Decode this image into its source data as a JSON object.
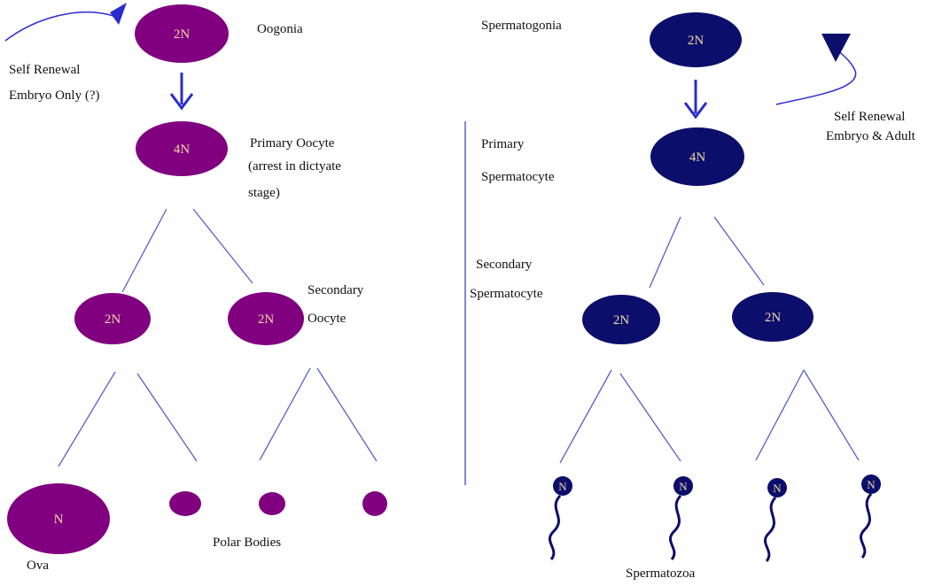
{
  "colors": {
    "female_cell": "#800080",
    "male_cell": "#0c0e6b",
    "line": "#5560c8",
    "arrow": "#2b2bcf",
    "cell_text": "#f2d9a8",
    "label": "#111111"
  },
  "female": {
    "oogonia": {
      "ploidy": "2N",
      "label": "Oogonia"
    },
    "self_renewal": {
      "line1": "Self Renewal",
      "line2": "Embryo Only (?)"
    },
    "primary_oocyte": {
      "ploidy": "4N",
      "label_lines": [
        "Primary Oocyte",
        "(arrest in dictyate",
        "stage)"
      ]
    },
    "secondary": {
      "left_ploidy": "2N",
      "right_ploidy": "2N",
      "label_lines": [
        "Secondary",
        "Oocyte"
      ]
    },
    "ova": {
      "ploidy": "N",
      "label": "Ova"
    },
    "polar_bodies_label": "Polar Bodies"
  },
  "male": {
    "spermatogonia": {
      "ploidy": "2N",
      "label": "Spermatogonia"
    },
    "self_renewal": {
      "line1": "Self Renewal",
      "line2": "Embryo & Adult"
    },
    "primary_spermatocyte": {
      "ploidy": "4N",
      "label_lines": [
        "Primary",
        "Spermatocyte"
      ]
    },
    "secondary": {
      "left_ploidy": "2N",
      "right_ploidy": "2N",
      "label_lines": [
        "Secondary",
        "Spermatocyte"
      ]
    },
    "sperm_ploidy": [
      "N",
      "N",
      "N",
      "N"
    ],
    "spermatozoa_label": "Spermatozoa"
  }
}
